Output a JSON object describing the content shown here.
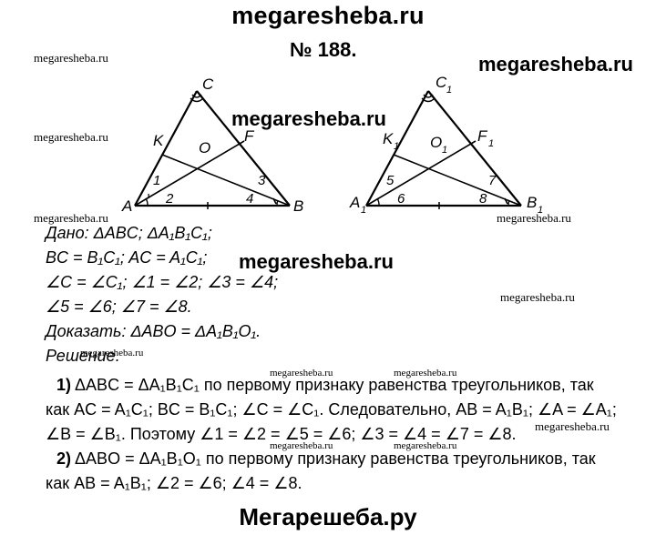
{
  "header": {
    "site_title": "megaresheba.ru",
    "problem_number": "№ 188."
  },
  "watermarks": {
    "left_top": "megaresheba.ru",
    "right_top": "megaresheba.ru",
    "center_figure": "megaresheba.ru",
    "left_mid": "megaresheba.ru",
    "left_bottom": "megaresheba.ru",
    "right_bottom_fig": "megaresheba.ru",
    "center_given": "megaresheba.ru",
    "right_given": "megaresheba.ru",
    "small_solution": "megaresheba.ru",
    "small_center_1": "megaresheba.ru",
    "small_center_2": "megaresheba.ru",
    "right_solution": "megaresheba.ru",
    "small_center_3": "megaresheba.ru",
    "small_center_4": "megaresheba.ru"
  },
  "figure1": {
    "vertices": {
      "A": "A",
      "B": "B",
      "C": "C",
      "K": "K",
      "F": "F",
      "O": "O"
    },
    "angles": {
      "a1": "1",
      "a2": "2",
      "a3": "3",
      "a4": "4"
    }
  },
  "figure2": {
    "vertices": {
      "A": "A",
      "B": "B",
      "C": "C",
      "K": "K",
      "F": "F",
      "O": "O"
    },
    "subscript": "1",
    "angles": {
      "a5": "5",
      "a6": "6",
      "a7": "7",
      "a8": "8"
    }
  },
  "given": {
    "label": "Дано",
    "line1": "ΔABC; ΔA₁B₁C₁;",
    "line2": "BC = B₁C₁; AC = A₁C₁;",
    "line3": "∠C = ∠C₁; ∠1 = ∠2; ∠3 = ∠4;",
    "line4": "∠5 = ∠6; ∠7 = ∠8.",
    "prove_label": "Доказать",
    "prove_text": "ΔABO = ΔA₁B₁O₁."
  },
  "solution": {
    "label": "Решение.",
    "p1_num": "1)",
    "p1_l1": "ΔABC = ΔA₁B₁C₁ по первому признаку равенства треугольников, так",
    "p1_l2": "как AC = A₁C₁; BC = B₁C₁; ∠C = ∠C₁. Следовательно, AB = A₁B₁; ∠A = ∠A₁;",
    "p1_l3": "∠B = ∠B₁. Поэтому ∠1 = ∠2 = ∠5 = ∠6; ∠3 = ∠4 = ∠7 = ∠8.",
    "p2_num": "2)",
    "p2_l1": "ΔABO = ΔA₁B₁O₁ по первому признаку равенства треугольников, так",
    "p2_l2": "как AB = A₁B₁; ∠2 = ∠6; ∠4 = ∠8."
  },
  "footer": {
    "site": "Мегарешеба.ру"
  }
}
